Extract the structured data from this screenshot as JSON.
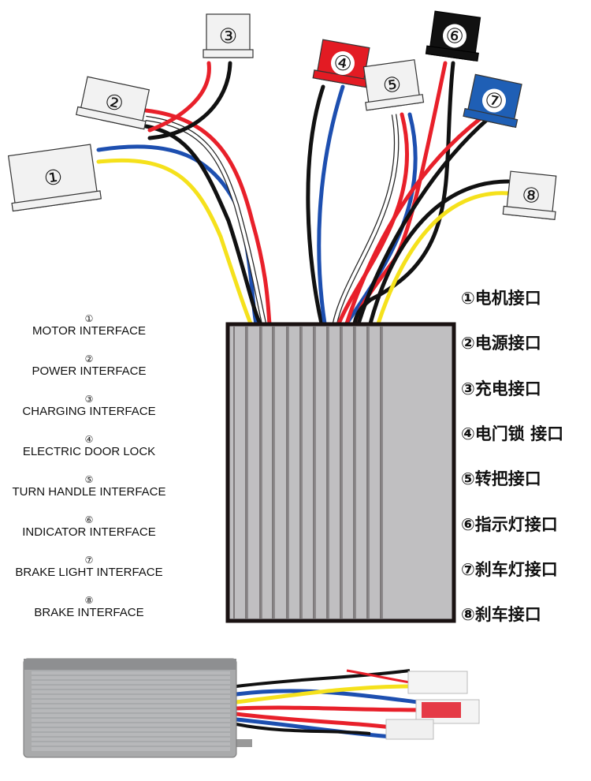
{
  "interfaces": [
    {
      "num": "①",
      "en": "MOTOR INTERFACE",
      "cn": "①电机接口",
      "connector_color": "#f2f2f2"
    },
    {
      "num": "②",
      "en": "POWER INTERFACE",
      "cn": "②电源接口",
      "connector_color": "#f2f2f2"
    },
    {
      "num": "③",
      "en": "CHARGING INTERFACE",
      "cn": "③充电接口",
      "connector_color": "#f2f2f2"
    },
    {
      "num": "④",
      "en": "ELECTRIC DOOR LOCK",
      "cn": "④电门锁 接口",
      "connector_color": "#e31b23"
    },
    {
      "num": "⑤",
      "en": "TURN HANDLE INTERFACE",
      "cn": "⑤转把接口",
      "connector_color": "#f2f2f2"
    },
    {
      "num": "⑥",
      "en": "INDICATOR INTERFACE",
      "cn": "⑥指示灯接口",
      "connector_color": "#111111"
    },
    {
      "num": "⑦",
      "en": "BRAKE LIGHT INTERFACE",
      "cn": "⑦刹车灯接口",
      "connector_color": "#1f5fb5"
    },
    {
      "num": "⑧",
      "en": "BRAKE INTERFACE",
      "cn": "⑧刹车接口",
      "connector_color": "#f2f2f2"
    }
  ],
  "colors": {
    "red": "#e8202a",
    "black": "#111111",
    "blue": "#1d4fb0",
    "yellow": "#f5e11c",
    "white": "#ffffff",
    "box": "#c0bfc1"
  }
}
